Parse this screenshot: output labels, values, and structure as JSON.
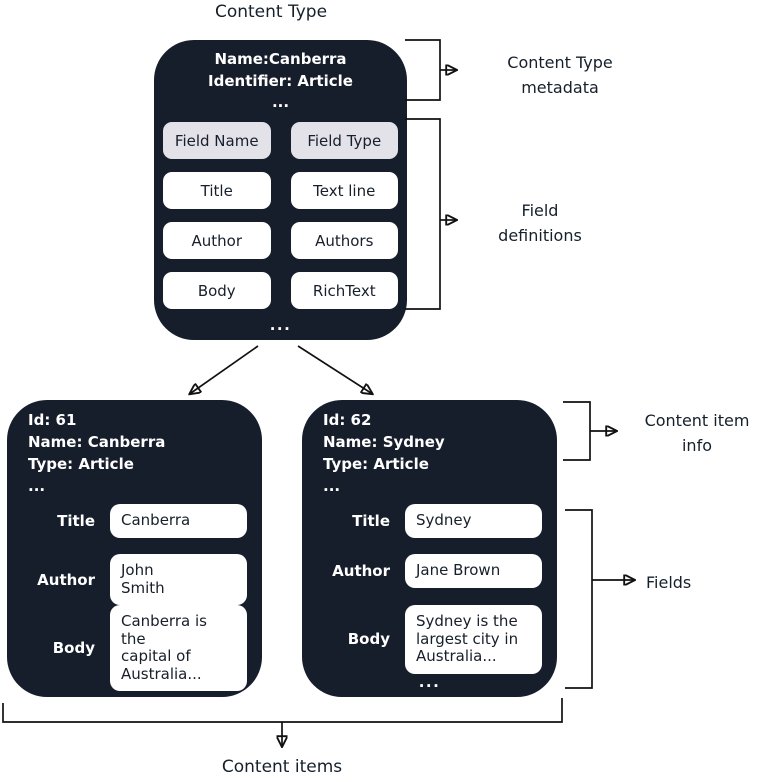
{
  "title": "Content Type",
  "colors": {
    "box_bg": "#161d2b",
    "header_cell_bg": "#e2e2e8",
    "cell_bg": "#ffffff",
    "text_on_dark": "#ffffff",
    "line": "#111111"
  },
  "ellipsis": "...",
  "content_type_box": {
    "meta_lines": [
      "Name:Canberra",
      "Identifier: Article",
      "..."
    ],
    "field_table": {
      "headers": [
        "Field Name",
        "Field Type"
      ],
      "rows": [
        [
          "Title",
          "Text line"
        ],
        [
          "Author",
          "Authors"
        ],
        [
          "Body",
          "RichText"
        ]
      ]
    }
  },
  "content_items": [
    {
      "info_lines": [
        "Id: 61",
        "Name: Canberra",
        "Type: Article",
        "..."
      ],
      "fields": [
        {
          "label": "Title",
          "value": "Canberra"
        },
        {
          "label": "Author",
          "value": "John\nSmith"
        },
        {
          "label": "Body",
          "value": "Canberra is the\ncapital of\nAustralia..."
        }
      ]
    },
    {
      "info_lines": [
        "Id: 62",
        "Name: Sydney",
        "Type: Article",
        "..."
      ],
      "fields": [
        {
          "label": "Title",
          "value": "Sydney"
        },
        {
          "label": "Author",
          "value": "Jane Brown"
        },
        {
          "label": "Body",
          "value": "Sydney is the\nlargest city in\nAustralia..."
        }
      ]
    }
  ],
  "annotations": {
    "content_type_metadata": "Content Type\nmetadata",
    "field_definitions": "Field\ndefinitions",
    "content_item_info": "Content item\ninfo",
    "fields": "Fields",
    "content_items": "Content items"
  }
}
